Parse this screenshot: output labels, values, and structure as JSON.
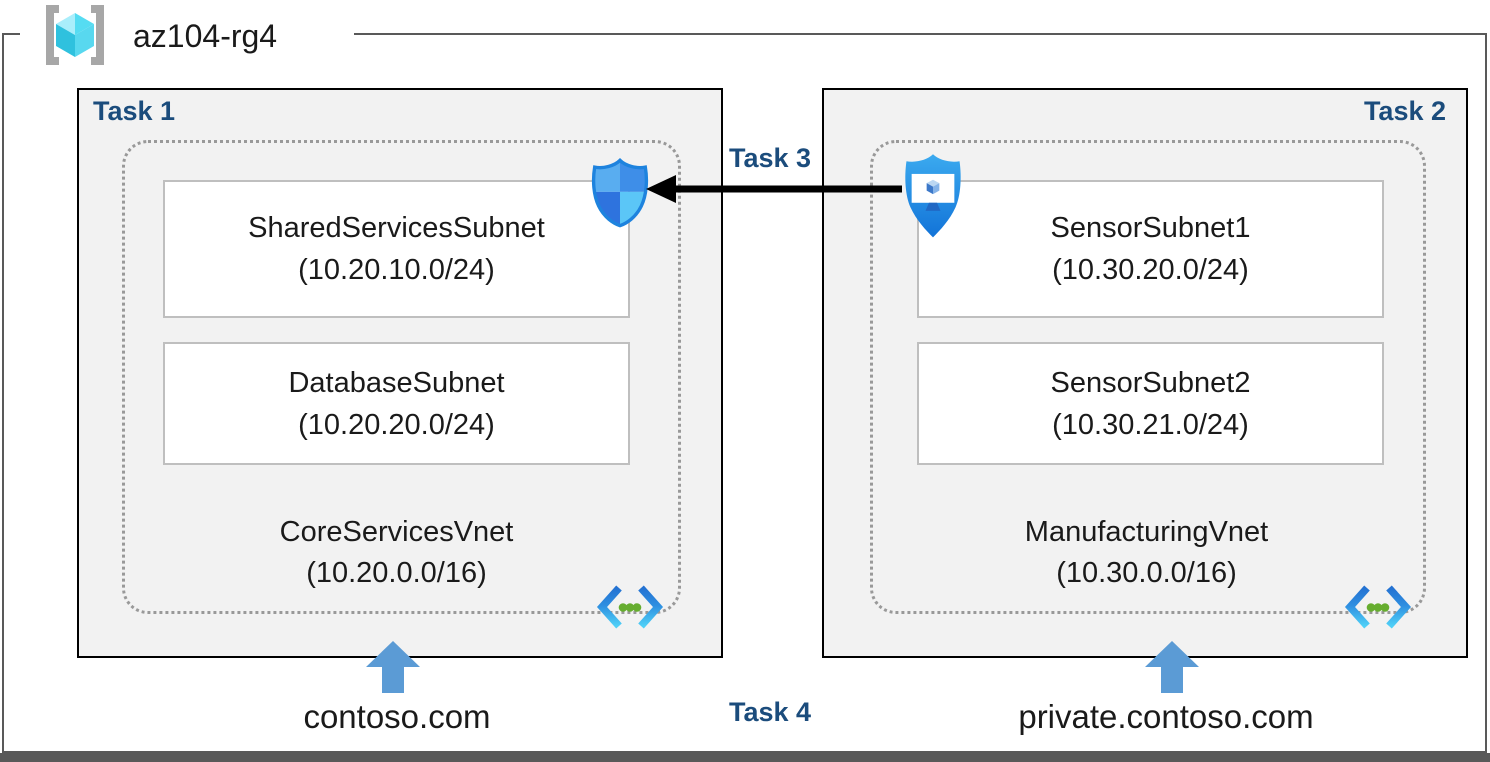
{
  "resource_group": {
    "name": "az104-rg4"
  },
  "annotations": {
    "task3": "Task 3",
    "task4": "Task 4"
  },
  "vnets": [
    {
      "task": "Task 1",
      "name": "CoreServicesVnet",
      "cidr": "(10.20.0.0/16)",
      "dns": "contoso.com",
      "subnets": [
        {
          "name": "SharedServicesSubnet",
          "cidr": "(10.20.10.0/24)"
        },
        {
          "name": "DatabaseSubnet",
          "cidr": "(10.20.20.0/24)"
        }
      ]
    },
    {
      "task": "Task 2",
      "name": "ManufacturingVnet",
      "cidr": "(10.30.0.0/16)",
      "dns": "private.contoso.com",
      "subnets": [
        {
          "name": "SensorSubnet1",
          "cidr": "(10.30.20.0/24)"
        },
        {
          "name": "SensorSubnet2",
          "cidr": "(10.30.21.0/24)"
        }
      ]
    }
  ],
  "icons": {
    "resource_group": "resource-group-icon",
    "nsg": "network-security-group-icon",
    "asg": "application-security-group-icon",
    "vnet": "virtual-network-icon",
    "dns_arrow": "up-arrow-icon",
    "task3_arrow": "left-arrow-icon"
  },
  "colors": {
    "task_label": "#1B4C7C",
    "box_fill": "#F2F2F2",
    "box_border": "#000000",
    "frame_border": "#595959",
    "dotted_border": "#999999",
    "subnet_border": "#BFBFBF",
    "arrow_blue": "#5B9BD5",
    "arrow_black": "#000000"
  }
}
